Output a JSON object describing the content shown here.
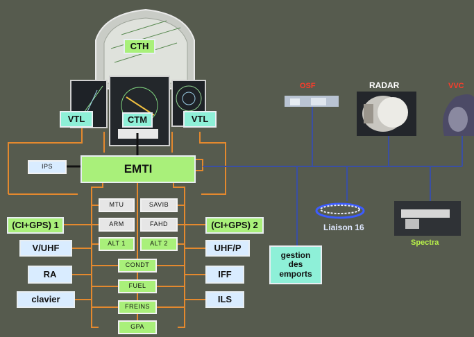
{
  "colors": {
    "background": "#565b4e",
    "orange_link": "#e4892e",
    "blue_bus": "#3a4fa3",
    "osf_label": "#ff3b2a",
    "vvc_label": "#ff3b2a",
    "spectra_label": "#b8f04a"
  },
  "cockpit": {
    "cth": "CTH",
    "ctm": "CTM",
    "vtl_left": "VTL",
    "vtl_right": "VTL"
  },
  "core": {
    "emti": "EMTI",
    "ips": "IPS"
  },
  "modules": {
    "mtu": "MTU",
    "savib": "SAVIB",
    "arm": "ARM",
    "fahd": "FAHD",
    "alt1": "ALT 1",
    "alt2": "ALT 2",
    "condt": "CONDT",
    "fuel": "FUEL",
    "freins": "FREINS",
    "gpa": "GPA"
  },
  "left_systems": {
    "cigps1": "(CI+GPS) 1",
    "vuhf": "V/UHF",
    "ra": "RA",
    "clavier": "clavier"
  },
  "right_systems": {
    "cigps2": "(CI+GPS) 2",
    "uhfp": "UHF/P",
    "iff": "IFF",
    "ils": "ILS"
  },
  "bus_systems": {
    "osf": "OSF",
    "radar": "RADAR",
    "vvc": "VVC",
    "liaison16": "Liaison 16",
    "spectra": "Spectra",
    "gestion": "gestion des emports"
  }
}
